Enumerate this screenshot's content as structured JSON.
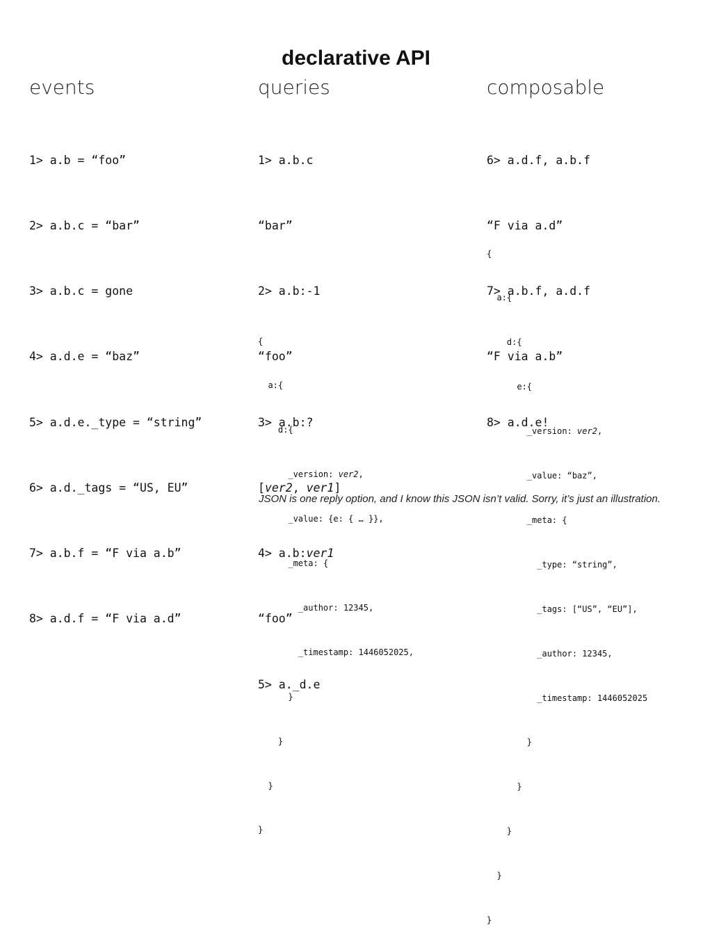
{
  "title": "declarative API",
  "columns": {
    "events": {
      "heading": "events",
      "lines": [
        "1> a.b = “foo”",
        "2> a.b.c = “bar”",
        "3> a.b.c = gone",
        "4> a.d.e = “baz”",
        "5> a.d.e._type = “string”",
        "6> a.d._tags = “US, EU”",
        "7> a.b.f = “F via a.b”",
        "8> a.d.f = “F via a.d”"
      ]
    },
    "queries": {
      "heading": "queries",
      "lines": [
        "1> a.b.c",
        "“bar”",
        "2> a.b:-1",
        "“foo”",
        "3> a.b:?",
        "[ver2, ver1]",
        "4> a.b:ver1",
        "“foo”",
        "5> a._d.e"
      ],
      "json": [
        "{",
        "  a:{",
        "    d:{",
        "      _version: ver2,",
        "      _value: {e: { … }},",
        "      _meta: {",
        "        _author: 12345,",
        "        _timestamp: 1446052025,",
        "      }",
        "    }",
        "  }",
        "}"
      ]
    },
    "composable": {
      "heading": "composable",
      "lines": [
        "6> a.d.f, a.b.f",
        "“F via a.d”",
        "7> a.b.f, a.d.f",
        "“F via a.b”",
        "8> a.d.e!"
      ],
      "json": [
        "{",
        "  a:{",
        "    d:{",
        "      e:{",
        "        _version: ver2,",
        "        _value: “baz”,",
        "        _meta: {",
        "          _type: “string”,",
        "          _tags: [“US”, “EU”],",
        "          _author: 12345,",
        "          _timestamp: 1446052025",
        "        }",
        "      }",
        "    }",
        "  }",
        "}"
      ]
    }
  },
  "footnote": "JSON is one reply option, and I know this JSON isn’t valid. Sorry, it’s just an illustration."
}
